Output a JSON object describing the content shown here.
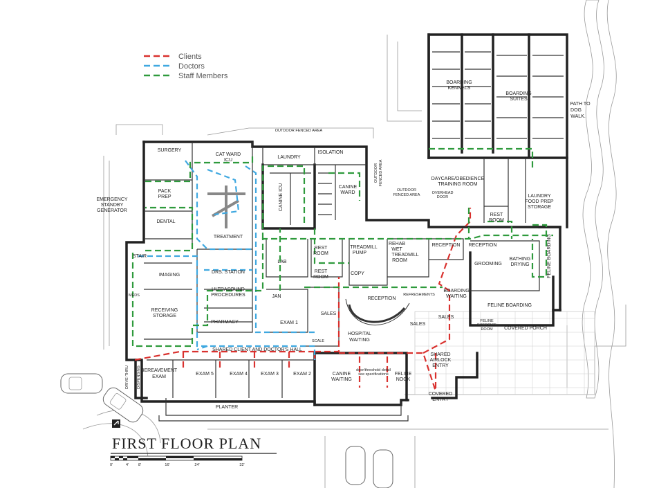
{
  "legend": [
    {
      "label": "Clients",
      "color": "#d9312e"
    },
    {
      "label": "Doctors",
      "color": "#3fa8e0"
    },
    {
      "label": "Staff Members",
      "color": "#2e9a3c"
    }
  ],
  "title": "FIRST  FLOOR PLAN",
  "rooms": {
    "surgery": "SURGERY",
    "cat_ward_1": "CAT WARD",
    "cat_ward_2": "ICU",
    "laundry": "LAUNDRY",
    "isolation": "ISOLATION",
    "outdoor_fenced_top": "OUTDOOR FENCED AREA",
    "outdoor_fenced_side_1": "OUTDOOR",
    "outdoor_fenced_side_2": "FENCED AREA",
    "outdoor_fenced_mid_1": "OUTDOOR",
    "outdoor_fenced_mid_2": "FENCED AREA",
    "overhead_door_1": "OVERHEAD",
    "overhead_door_2": "DOOR",
    "canine_icu": "CANINE ICU",
    "canine_ward_1": "CANINE",
    "canine_ward_2": "WARD",
    "pack_prep_1": "PACK",
    "pack_prep_2": "PREP",
    "emergency_1": "EMERGENCY",
    "emergency_2": "STANDBY",
    "emergency_3": "GENERATOR",
    "dental": "DENTAL",
    "treatment": "TREATMENT",
    "stair": "STAIR",
    "lab": "LAB",
    "rest_room_1a": "REST",
    "rest_room_1b": "ROOM",
    "rest_room_2a": "REST",
    "rest_room_2b": "ROOM",
    "treadmill_pump_1": "TREADMILL",
    "treadmill_pump_2": "PUMP",
    "rehab_1": "REHAB",
    "rehab_2": "WET",
    "rehab_3": "TREADMILL",
    "rehab_4": "ROOM",
    "reception_top": "RECEPTION",
    "copy": "COPY",
    "drs_station": "DRS. STATION",
    "imaging": "IMAGING",
    "ultrasound_1": "ULTRASOUND",
    "ultrasound_2": "PROCEDURES",
    "meds": "MEDS",
    "jan": "JAN",
    "receiving_1": "RECEIVING",
    "receiving_2": "STORAGE",
    "pharmacy": "PHARMACY",
    "exam_1": "EXAM 1",
    "sales_left": "SALES",
    "scale": "SCALE",
    "reception_desk": "RECEPTION",
    "refreshments": "REFRESHMENTS",
    "hospital_waiting_1": "HOSPITAL",
    "hospital_waiting_2": "WAITING",
    "sales_mid": "SALES",
    "sales_right": "SALES",
    "boarding_waiting_1": "BOARDING",
    "boarding_waiting_2": "WAITING",
    "shared_hall": "SHARED CLIENT AND DOCTOR'S HALL",
    "bereavement_1": "BEREAVEMENT",
    "bereavement_2": "EXAM",
    "exam_5": "EXAM 5",
    "exam_4": "EXAM 4",
    "exam_3": "EXAM 3",
    "exam_2": "EXAM 2",
    "canine_waiting_1": "CANINE",
    "canine_waiting_2": "WAITING",
    "feline_nook_1": "FELINE",
    "feline_nook_2": "NOOK",
    "shared_airlock_1": "SHARED",
    "shared_airlock_2": "AIRLOCK",
    "shared_airlock_3": "ENTRY",
    "covered_entry_1": "COVERED",
    "covered_entry_2": "ENTRY",
    "planter": "PLANTER",
    "boarding_kennels_1": "BOARDING",
    "boarding_kennels_2": "KENNELS",
    "boarding_suites_1": "BOARDING",
    "boarding_suites_2": "SUITES",
    "path_1": "PATH TO",
    "path_2": "DOG",
    "path_3": "WALK.",
    "daycare_1": "DAYCARE/OBEDIENCE",
    "daycare_2": "TRAINING ROOM",
    "rest_room_3a": "REST",
    "rest_room_3b": "ROOM",
    "laundry_food_1": "LAUNDRY",
    "laundry_food_2": "FOOD PREP",
    "laundry_food_3": "STORAGE",
    "reception_right": "RECEPTION",
    "grooming": "GROOMING",
    "bathing_1": "BATHING",
    "bathing_2": "DRYING",
    "feline_boarding_vert": "FELINE BOARDING",
    "boarding_right_1": "BOARDING",
    "boarding_right_2": "WAITING",
    "feline_boarding": "FELINE BOARDING",
    "feline_exercise_1": "FELINE",
    "feline_exercise_2": "EXERCISE",
    "feline_exercise_3": "ROOM",
    "covered_porch": "COVERED PORCH",
    "drive_thru_1": "DRIVE-THRU",
    "drive_thru_2": "DISPENSING",
    "doc_note_1": "door/threshold detail",
    "doc_note_2": "see specifications"
  },
  "scale_bar": [
    "0'",
    "4'",
    "8'",
    "16'",
    "24'",
    "32'"
  ]
}
